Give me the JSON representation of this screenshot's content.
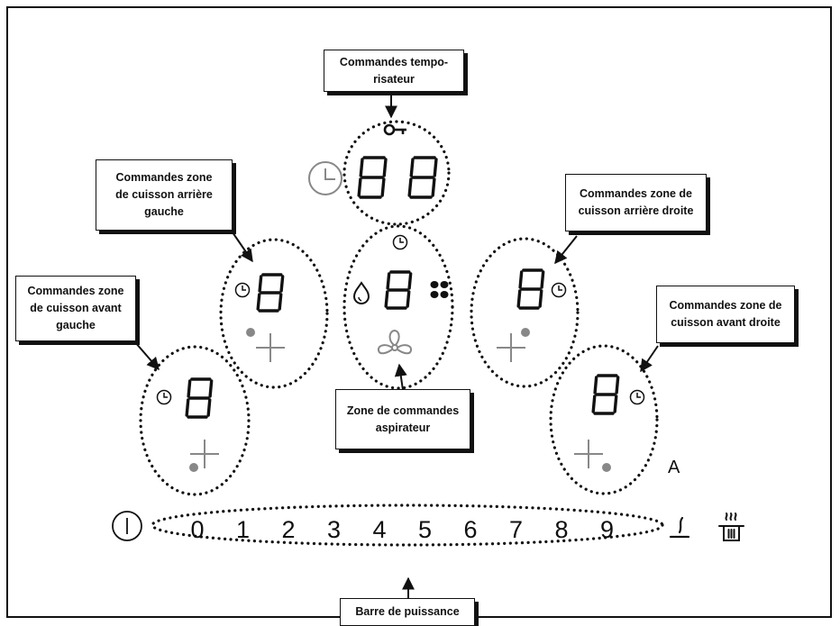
{
  "callouts": {
    "timer": [
      "Commandes tempo-",
      "risateur"
    ],
    "rear_left": [
      "Commandes zone",
      "de cuisson arrière",
      "gauche"
    ],
    "front_left": [
      "Commandes zone",
      "de cuisson avant",
      "gauche"
    ],
    "rear_right": [
      "Commandes zone de",
      "cuisson arrière droite"
    ],
    "front_right": [
      "Commandes zone de",
      "cuisson avant droite"
    ],
    "hood": [
      "Zone de commandes",
      "aspirateur"
    ],
    "power_bar": [
      "Barre de puissance"
    ]
  },
  "displays": {
    "timer_digits": [
      "8",
      "8"
    ],
    "rear_left": "8",
    "front_left": "8",
    "center": "8",
    "rear_right": "8",
    "front_right": "8"
  },
  "power_levels": [
    "0",
    "1",
    "2",
    "3",
    "4",
    "5",
    "6",
    "7",
    "8",
    "9"
  ],
  "auto_label": "A",
  "icons": [
    "key-lock-icon",
    "timer-clock-icon",
    "clock-icon",
    "drop-icon",
    "fan-icon",
    "hood-fan-icon",
    "plus-icon",
    "dot-icon",
    "power-icon",
    "keep-warm-icon",
    "pot-icon"
  ],
  "colors": {
    "line": "#111111",
    "gray": "#888888"
  }
}
